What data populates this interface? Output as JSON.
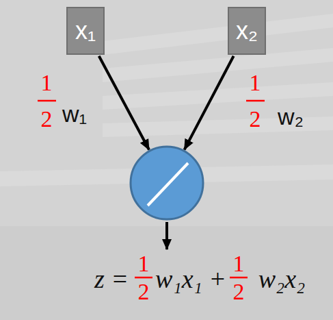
{
  "diagram": {
    "nodes": [
      {
        "text": [
          "x₁"
        ]
      },
      {
        "text": [
          "x₂"
        ]
      },
      {
        "text": []
      }
    ],
    "edges": [
      {
        "from": 0,
        "to": 2,
        "arrow": "to",
        "label": "w₁"
      },
      {
        "from": 1,
        "to": 2,
        "arrow": "to",
        "label": "w₂"
      }
    ],
    "labels": [
      "1",
      "2",
      "1",
      "2",
      "z =",
      "1",
      "2",
      "w₁x₁ +",
      "1",
      "2",
      "w₂x₂"
    ]
  }
}
